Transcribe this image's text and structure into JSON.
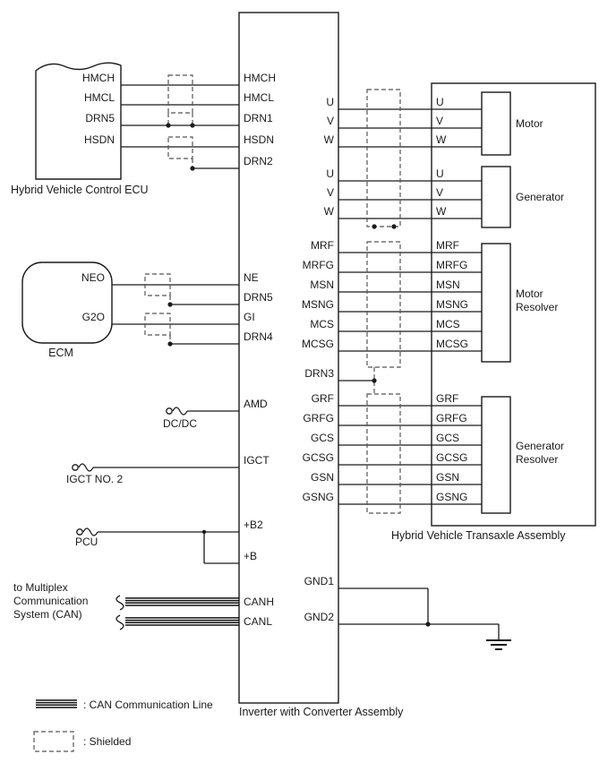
{
  "colors": {
    "line": "#1a1a1a",
    "background": "#ffffff"
  },
  "titles": {
    "inverter": "Inverter with Converter Assembly",
    "transaxle": "Hybrid Vehicle Transaxle Assembly",
    "ecu": "Hybrid Vehicle Control ECU",
    "ecm": "ECM"
  },
  "ecu_pins": {
    "hmch": "HMCH",
    "hmcl": "HMCL",
    "drn5": "DRN5",
    "hsdn": "HSDN"
  },
  "ecm_pins": {
    "neo": "NEO",
    "g2o": "G2O"
  },
  "connectors": {
    "dcdc": "DC/DC",
    "igct2": "IGCT NO. 2",
    "pcu": "PCU"
  },
  "can_source": {
    "line1": "to Multiplex",
    "line2": "Communication",
    "line3": "System (CAN)"
  },
  "inverter_pins": {
    "hmch": "HMCH",
    "hmcl": "HMCL",
    "drn1": "DRN1",
    "hsdn": "HSDN",
    "drn2": "DRN2",
    "ne": "NE",
    "drn5": "DRN5",
    "gi": "GI",
    "drn4": "DRN4",
    "amd": "AMD",
    "igct": "IGCT",
    "b2": "+B2",
    "b": "+B",
    "canh": "CANH",
    "canl": "CANL",
    "motor_u": "U",
    "motor_v": "V",
    "motor_w": "W",
    "gen_u": "U",
    "gen_v": "V",
    "gen_w": "W",
    "mrf": "MRF",
    "mrfg": "MRFG",
    "msn": "MSN",
    "msng": "MSNG",
    "mcs": "MCS",
    "mcsg": "MCSG",
    "drn3": "DRN3",
    "grf": "GRF",
    "grfg": "GRFG",
    "gcs": "GCS",
    "gcsg": "GCSG",
    "gsn": "GSN",
    "gsng": "GSNG",
    "gnd1": "GND1",
    "gnd2": "GND2"
  },
  "transaxle_pins": {
    "u1": "U",
    "v1": "V",
    "w1": "W",
    "u2": "U",
    "v2": "V",
    "w2": "W",
    "mrf": "MRF",
    "mrfg": "MRFG",
    "msn": "MSN",
    "msng": "MSNG",
    "mcs": "MCS",
    "mcsg": "MCSG",
    "grf": "GRF",
    "grfg": "GRFG",
    "gcs": "GCS",
    "gcsg": "GCSG",
    "gsn": "GSN",
    "gsng": "GSNG"
  },
  "components": {
    "motor": "Motor",
    "generator": "Generator",
    "motor_resolver_1": "Motor",
    "motor_resolver_2": "Resolver",
    "generator_resolver_1": "Generator",
    "generator_resolver_2": "Resolver"
  },
  "legend": {
    "can": ": CAN Communication Line",
    "shielded": ": Shielded"
  }
}
